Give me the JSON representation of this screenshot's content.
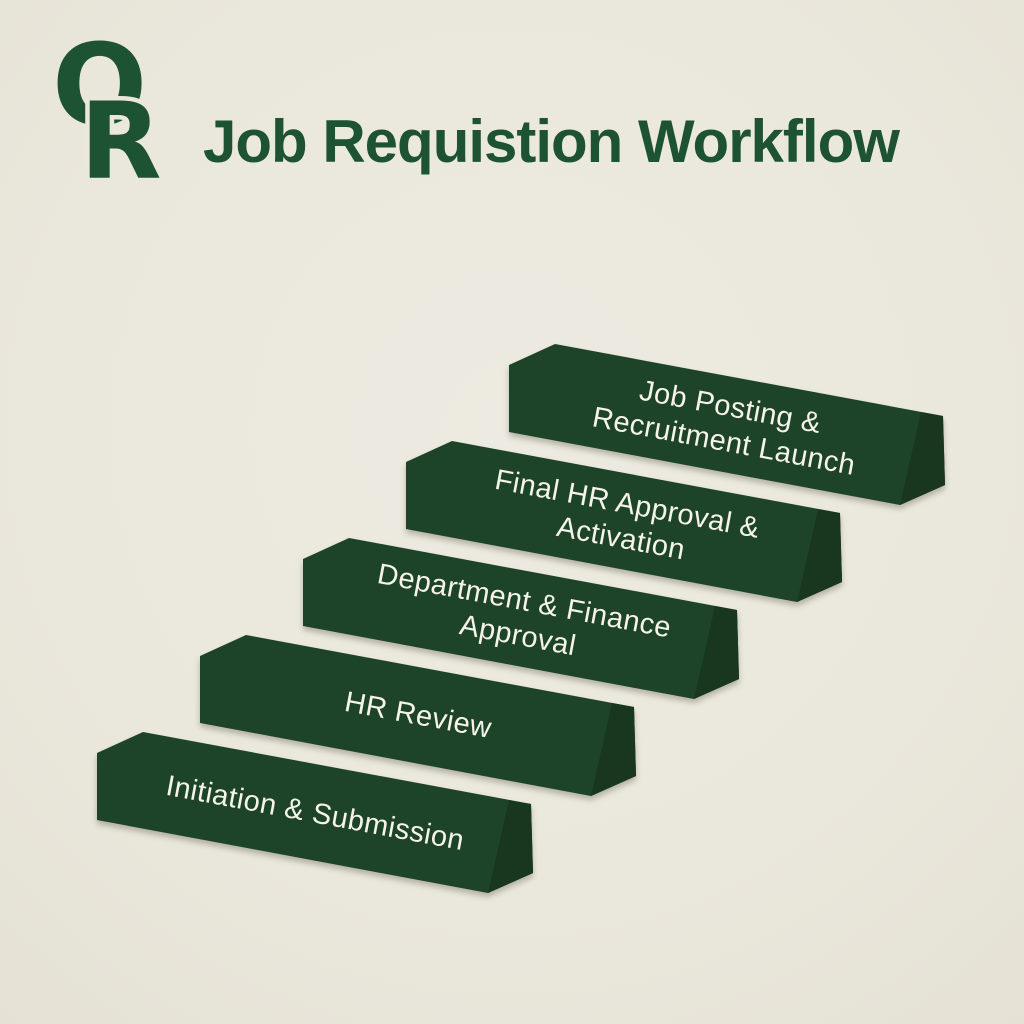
{
  "page": {
    "background_color": "#eae7dc",
    "accent_green": "#1d5233"
  },
  "logo": {
    "letter1": "O",
    "letter2": "R",
    "color": "#1d5233"
  },
  "title": {
    "text": "Job Requistion Workflow",
    "color": "#1d5233"
  },
  "workflow": {
    "type": "staircase-diagram",
    "direction": "bottom-left to top-right",
    "step_face_color": "#1d4429",
    "step_side_color": "#19371f",
    "step_text_color": "#f5f3ea",
    "steps": [
      {
        "order": 1,
        "label": "Initiation & Submission",
        "lines": [
          "Initiation & Submission"
        ]
      },
      {
        "order": 2,
        "label": "HR Review",
        "lines": [
          "HR Review"
        ]
      },
      {
        "order": 3,
        "label": "Department & Finance Approval",
        "lines": [
          "Department & Finance",
          "Approval"
        ]
      },
      {
        "order": 4,
        "label": "Final HR Approval & Activation",
        "lines": [
          "Final HR Approval &",
          "Activation"
        ]
      },
      {
        "order": 5,
        "label": "Job Posting & Recruitment Launch",
        "lines": [
          "Job Posting &",
          "Recruitment Launch"
        ]
      }
    ]
  }
}
